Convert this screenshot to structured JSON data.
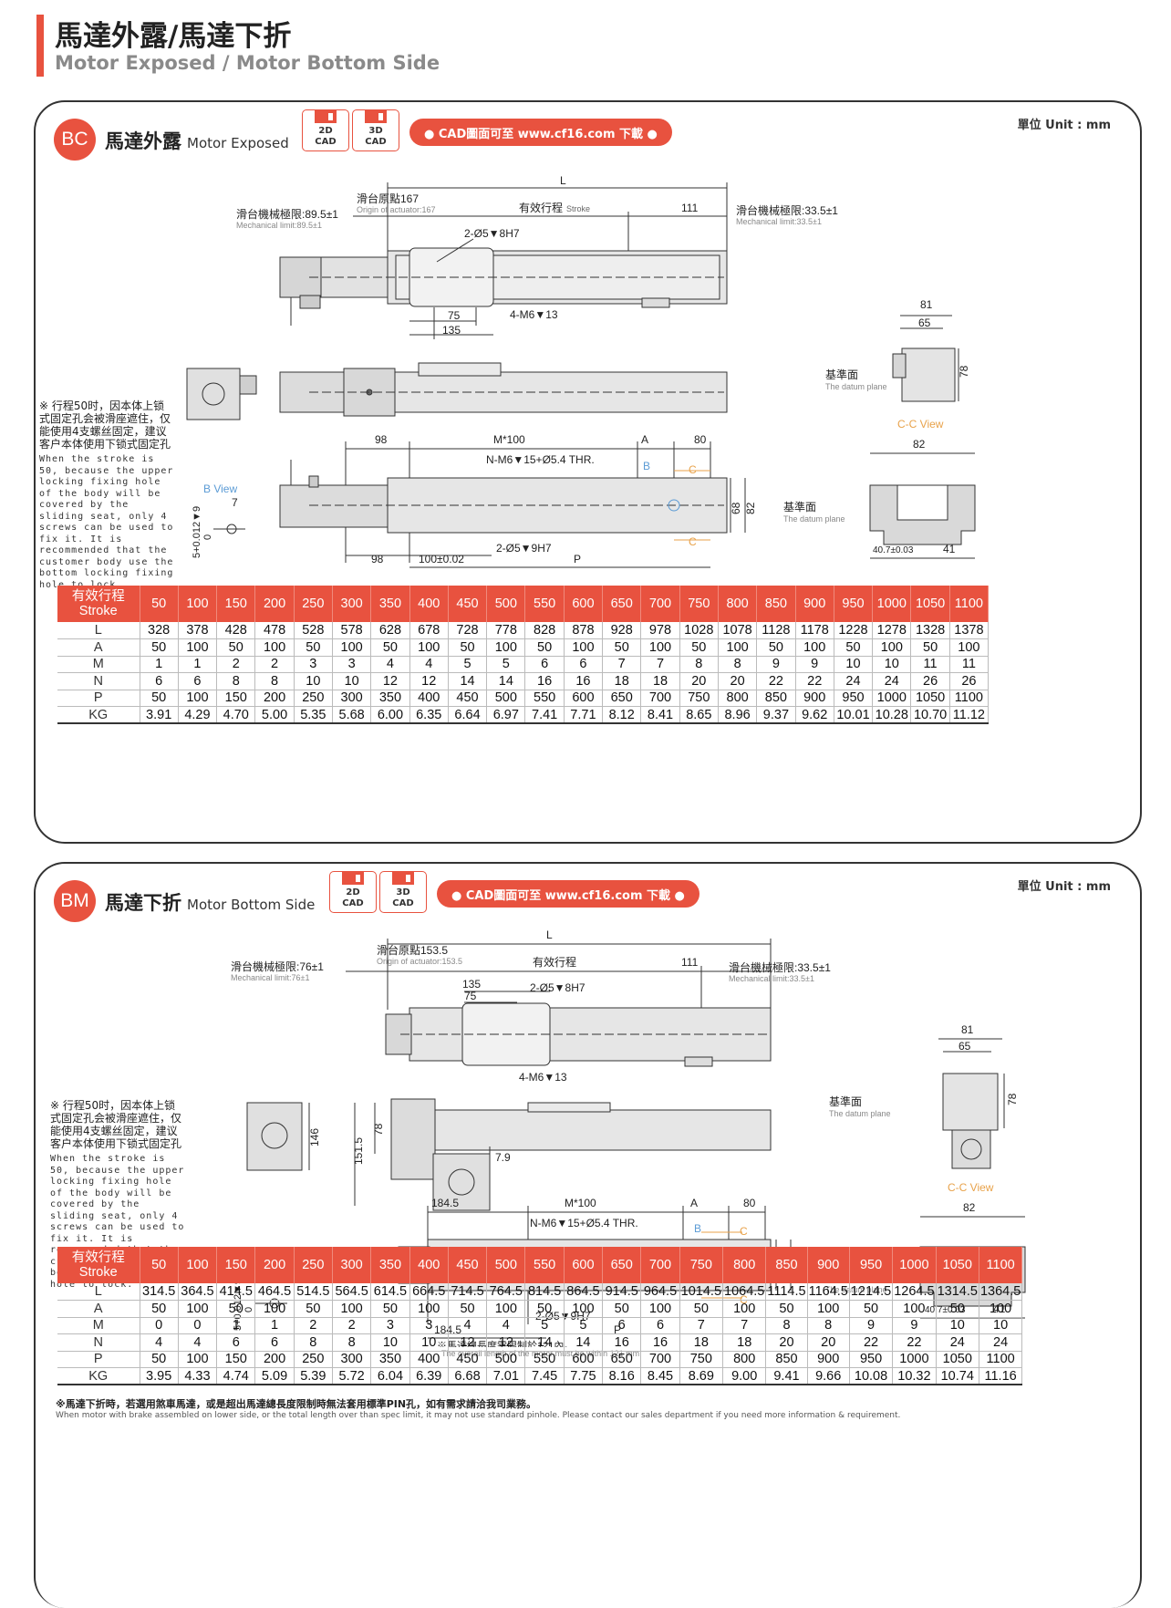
{
  "header": {
    "title": "馬達外露/馬達下折",
    "subtitle": "Motor Exposed / Motor Bottom Side"
  },
  "unit_label": "單位 Unit : mm",
  "cad_2d": [
    "2D",
    "CAD"
  ],
  "cad_3d": [
    "3D",
    "CAD"
  ],
  "cad_pill": "● CAD圖面可至 www.cf16.com 下載 ●",
  "note": {
    "zh": "※ 行程50时，因本体上锁式固定孔会被滑座遮住，仅能使用4支螺丝固定，建议客户本体使用下锁式固定孔",
    "en": "When the stroke is 50, because the upper locking fixing hole of the body will be covered by the sliding seat, only 4 screws can be used to fix it. It is recommended that the customer body use the bottom locking fixing hole to lock."
  },
  "labels": {
    "L": "L",
    "stroke_zh": "有效行程",
    "stroke_en": "Stroke",
    "d111": "111",
    "hole2": "2-Ø5▼8H7",
    "hole4": "4-M6▼13",
    "d75": "75",
    "d135": "135",
    "d81": "81",
    "d65": "65",
    "d78": "78",
    "datum_zh": "基準面",
    "datum_en": "The datum plane",
    "cc_view": "C-C View",
    "d82": "82",
    "d68": "68",
    "d98": "98",
    "M100": "M*100",
    "A": "A",
    "d80": "80",
    "nthr": "N-M6▼15+Ø5.4 THR.",
    "B": "B",
    "C": "C",
    "d100": "100±0.02",
    "hole9": "2-Ø5▼9H7",
    "P": "P",
    "b_view": "B View",
    "d7": "7",
    "tol": "5+0.012▼9",
    "tol0": "0",
    "d407": "40.7±0.03",
    "d41": "41",
    "d184": "184.5",
    "d146": "146",
    "d151": "151.5",
    "d79": "7.9",
    "mech_right_zh": "滑台機械極限:33.5±1",
    "mech_right_en": "Mechanical limit:33.5±1"
  },
  "bc": {
    "badge": "BC",
    "title_zh": "馬達外露",
    "title_en": "Motor Exposed",
    "origin_zh": "滑台原點167",
    "origin_en": "Origin of actuator:167",
    "mech_left_zh": "滑台機械極限:89.5±1",
    "mech_left_en": "Mechanical limit:89.5±1",
    "table": {
      "header_zh": "有效行程",
      "header_en": "Stroke",
      "strokes": [
        "50",
        "100",
        "150",
        "200",
        "250",
        "300",
        "350",
        "400",
        "450",
        "500",
        "550",
        "600",
        "650",
        "700",
        "750",
        "800",
        "850",
        "900",
        "950",
        "1000",
        "1050",
        "1100"
      ],
      "rows": [
        {
          "label": "L",
          "values": [
            "328",
            "378",
            "428",
            "478",
            "528",
            "578",
            "628",
            "678",
            "728",
            "778",
            "828",
            "878",
            "928",
            "978",
            "1028",
            "1078",
            "1128",
            "1178",
            "1228",
            "1278",
            "1328",
            "1378"
          ]
        },
        {
          "label": "A",
          "values": [
            "50",
            "100",
            "50",
            "100",
            "50",
            "100",
            "50",
            "100",
            "50",
            "100",
            "50",
            "100",
            "50",
            "100",
            "50",
            "100",
            "50",
            "100",
            "50",
            "100",
            "50",
            "100"
          ]
        },
        {
          "label": "M",
          "values": [
            "1",
            "1",
            "2",
            "2",
            "3",
            "3",
            "4",
            "4",
            "5",
            "5",
            "6",
            "6",
            "7",
            "7",
            "8",
            "8",
            "9",
            "9",
            "10",
            "10",
            "11",
            "11"
          ]
        },
        {
          "label": "N",
          "values": [
            "6",
            "6",
            "8",
            "8",
            "10",
            "10",
            "12",
            "12",
            "14",
            "14",
            "16",
            "16",
            "18",
            "18",
            "20",
            "20",
            "22",
            "22",
            "24",
            "24",
            "26",
            "26"
          ]
        },
        {
          "label": "P",
          "values": [
            "50",
            "100",
            "150",
            "200",
            "250",
            "300",
            "350",
            "400",
            "450",
            "500",
            "550",
            "600",
            "650",
            "700",
            "750",
            "800",
            "850",
            "900",
            "950",
            "1000",
            "1050",
            "1100"
          ]
        },
        {
          "label": "KG",
          "values": [
            "3.91",
            "4.29",
            "4.70",
            "5.00",
            "5.35",
            "5.68",
            "6.00",
            "6.35",
            "6.64",
            "6.97",
            "7.41",
            "7.71",
            "8.12",
            "8.41",
            "8.65",
            "8.96",
            "9.37",
            "9.62",
            "10.01",
            "10.28",
            "10.70",
            "11.12"
          ]
        }
      ]
    }
  },
  "bm": {
    "badge": "BM",
    "title_zh": "馬達下折",
    "title_en": "Motor Bottom Side",
    "origin_zh": "滑台原點153.5",
    "origin_en": "Origin of actuator:153.5",
    "mech_left_zh": "滑台機械極限:76±1",
    "mech_left_en": "Mechanical limit:76±1",
    "motor_note_zh": "※馬達總長度需限制於121內。",
    "motor_note_en": "The overall length of the motor must be within 121 mm.",
    "table": {
      "header_zh": "有效行程",
      "header_en": "Stroke",
      "strokes": [
        "50",
        "100",
        "150",
        "200",
        "250",
        "300",
        "350",
        "400",
        "450",
        "500",
        "550",
        "600",
        "650",
        "700",
        "750",
        "800",
        "850",
        "900",
        "950",
        "1000",
        "1050",
        "1100"
      ],
      "rows": [
        {
          "label": "L",
          "values": [
            "314.5",
            "364.5",
            "414.5",
            "464.5",
            "514.5",
            "564.5",
            "614.5",
            "664.5",
            "714.5",
            "764.5",
            "814.5",
            "864.5",
            "914.5",
            "964.5",
            "1014.5",
            "1064.5",
            "1114.5",
            "1164.5",
            "1214.5",
            "1264.5",
            "1314.5",
            "1364.5"
          ]
        },
        {
          "label": "A",
          "values": [
            "50",
            "100",
            "50",
            "100",
            "50",
            "100",
            "50",
            "100",
            "50",
            "100",
            "50",
            "100",
            "50",
            "100",
            "50",
            "100",
            "50",
            "100",
            "50",
            "100",
            "50",
            "100"
          ]
        },
        {
          "label": "M",
          "values": [
            "0",
            "0",
            "1",
            "1",
            "2",
            "2",
            "3",
            "3",
            "4",
            "4",
            "5",
            "5",
            "6",
            "6",
            "7",
            "7",
            "8",
            "8",
            "9",
            "9",
            "10",
            "10"
          ]
        },
        {
          "label": "N",
          "values": [
            "4",
            "4",
            "6",
            "6",
            "8",
            "8",
            "10",
            "10",
            "12",
            "12",
            "14",
            "14",
            "16",
            "16",
            "18",
            "18",
            "20",
            "20",
            "22",
            "22",
            "24",
            "24"
          ]
        },
        {
          "label": "P",
          "values": [
            "50",
            "100",
            "150",
            "200",
            "250",
            "300",
            "350",
            "400",
            "450",
            "500",
            "550",
            "600",
            "650",
            "700",
            "750",
            "800",
            "850",
            "900",
            "950",
            "1000",
            "1050",
            "1100"
          ]
        },
        {
          "label": "KG",
          "values": [
            "3.95",
            "4.33",
            "4.74",
            "5.09",
            "5.39",
            "5.72",
            "6.04",
            "6.39",
            "6.68",
            "7.01",
            "7.45",
            "7.75",
            "8.16",
            "8.45",
            "8.69",
            "9.00",
            "9.41",
            "9.66",
            "10.08",
            "10.32",
            "10.74",
            "11.16"
          ]
        }
      ]
    },
    "footnote_zh": "※馬達下折時，若選用煞車馬達，或是超出馬達總長度限制時無法套用標準PIN孔，如有需求請洽我司業務。",
    "footnote_en": "When motor with brake assembled on lower side, or the total length over than spec limit, it may not use standard pinhole. Please contact our sales department if you need more information & requirement."
  }
}
